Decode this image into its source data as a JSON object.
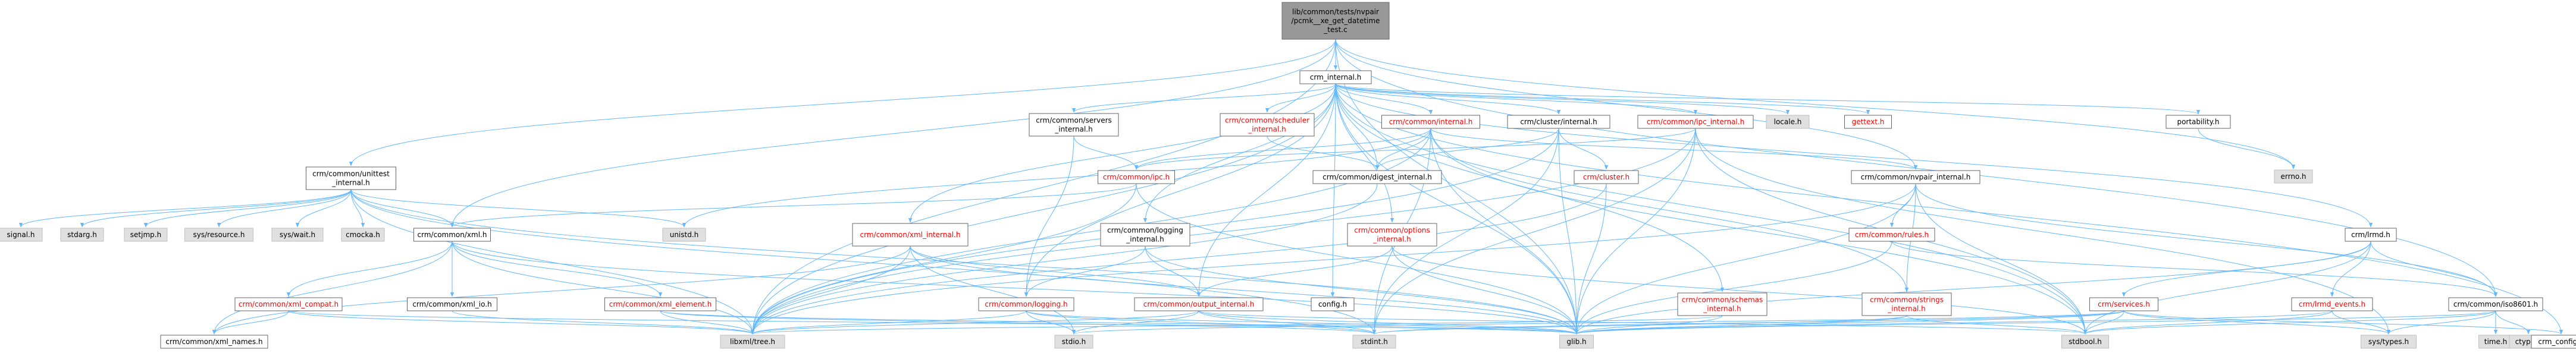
{
  "graph": {
    "root": "lib/common/tests/nvpair/pcmk__xe_get_datetime_test.c",
    "colors": {
      "edge": "#63b8ff",
      "node_border": "#666666",
      "node_fill": "#ffffff",
      "root_fill": "#999999",
      "grey_fill": "#e0e0e0",
      "text": "#000000",
      "red_text": "#ff0000"
    },
    "nodes": [
      {
        "id": "root",
        "lines": [
          "lib/common/tests/nvpair",
          "/pcmk__xe_get_datetime",
          "_test.c"
        ],
        "style": "root"
      },
      {
        "id": "crm_internal",
        "lines": [
          "crm_internal.h"
        ],
        "style": "normal"
      },
      {
        "id": "unittest_internal",
        "lines": [
          "crm/common/unittest",
          "_internal.h"
        ],
        "style": "normal"
      },
      {
        "id": "servers_internal",
        "lines": [
          "crm/common/servers",
          "_internal.h"
        ],
        "style": "normal"
      },
      {
        "id": "scheduler_internal",
        "lines": [
          "crm/common/scheduler",
          "_internal.h"
        ],
        "style": "red"
      },
      {
        "id": "common_internal",
        "lines": [
          "crm/common/internal.h"
        ],
        "style": "red"
      },
      {
        "id": "cluster_internal",
        "lines": [
          "crm/cluster/internal.h"
        ],
        "style": "normal"
      },
      {
        "id": "ipc_internal",
        "lines": [
          "crm/common/ipc_internal.h"
        ],
        "style": "red"
      },
      {
        "id": "locale",
        "lines": [
          "locale.h"
        ],
        "style": "grey"
      },
      {
        "id": "gettext",
        "lines": [
          "gettext.h"
        ],
        "style": "red"
      },
      {
        "id": "portability",
        "lines": [
          "portability.h"
        ],
        "style": "normal"
      },
      {
        "id": "errno",
        "lines": [
          "errno.h"
        ],
        "style": "grey"
      },
      {
        "id": "ipc",
        "lines": [
          "crm/common/ipc.h"
        ],
        "style": "red"
      },
      {
        "id": "digest_internal",
        "lines": [
          "crm/common/digest_internal.h"
        ],
        "style": "normal"
      },
      {
        "id": "cluster_h",
        "lines": [
          "crm/cluster.h"
        ],
        "style": "red"
      },
      {
        "id": "nvpair_internal",
        "lines": [
          "crm/common/nvpair_internal.h"
        ],
        "style": "normal"
      },
      {
        "id": "signal",
        "lines": [
          "signal.h"
        ],
        "style": "grey"
      },
      {
        "id": "stdarg",
        "lines": [
          "stdarg.h"
        ],
        "style": "grey"
      },
      {
        "id": "setjmp",
        "lines": [
          "setjmp.h"
        ],
        "style": "grey"
      },
      {
        "id": "sysresource",
        "lines": [
          "sys/resource.h"
        ],
        "style": "grey"
      },
      {
        "id": "syswait",
        "lines": [
          "sys/wait.h"
        ],
        "style": "grey"
      },
      {
        "id": "cmocka",
        "lines": [
          "cmocka.h"
        ],
        "style": "grey"
      },
      {
        "id": "xml",
        "lines": [
          "crm/common/xml.h"
        ],
        "style": "normal"
      },
      {
        "id": "unistd",
        "lines": [
          "unistd.h"
        ],
        "style": "grey"
      },
      {
        "id": "xml_internal",
        "lines": [
          "crm/common/xml_internal.h"
        ],
        "style": "red"
      },
      {
        "id": "logging_internal",
        "lines": [
          "crm/common/logging",
          "_internal.h"
        ],
        "style": "normal"
      },
      {
        "id": "options_internal",
        "lines": [
          "crm/common/options",
          "_internal.h"
        ],
        "style": "red"
      },
      {
        "id": "rules",
        "lines": [
          "crm/common/rules.h"
        ],
        "style": "red"
      },
      {
        "id": "lrmd",
        "lines": [
          "crm/lrmd.h"
        ],
        "style": "normal"
      },
      {
        "id": "xml_compat",
        "lines": [
          "crm/common/xml_compat.h"
        ],
        "style": "red"
      },
      {
        "id": "xml_io",
        "lines": [
          "crm/common/xml_io.h"
        ],
        "style": "normal"
      },
      {
        "id": "xml_element",
        "lines": [
          "crm/common/xml_element.h"
        ],
        "style": "red"
      },
      {
        "id": "logging",
        "lines": [
          "crm/common/logging.h"
        ],
        "style": "red"
      },
      {
        "id": "output_internal",
        "lines": [
          "crm/common/output_internal.h"
        ],
        "style": "red"
      },
      {
        "id": "config",
        "lines": [
          "config.h"
        ],
        "style": "normal"
      },
      {
        "id": "schemas_internal",
        "lines": [
          "crm/common/schemas",
          "_internal.h"
        ],
        "style": "red"
      },
      {
        "id": "strings_internal",
        "lines": [
          "crm/common/strings",
          "_internal.h"
        ],
        "style": "red"
      },
      {
        "id": "services",
        "lines": [
          "crm/services.h"
        ],
        "style": "red"
      },
      {
        "id": "lrmd_events",
        "lines": [
          "crm/lrmd_events.h"
        ],
        "style": "red"
      },
      {
        "id": "iso8601",
        "lines": [
          "crm/common/iso8601.h"
        ],
        "style": "normal"
      },
      {
        "id": "xml_names",
        "lines": [
          "crm/common/xml_names.h"
        ],
        "style": "normal"
      },
      {
        "id": "libxml_tree",
        "lines": [
          "libxml/tree.h"
        ],
        "style": "grey"
      },
      {
        "id": "stdio",
        "lines": [
          "stdio.h"
        ],
        "style": "grey"
      },
      {
        "id": "stdint",
        "lines": [
          "stdint.h"
        ],
        "style": "grey"
      },
      {
        "id": "glib",
        "lines": [
          "glib.h"
        ],
        "style": "grey"
      },
      {
        "id": "stdbool",
        "lines": [
          "stdbool.h"
        ],
        "style": "grey"
      },
      {
        "id": "systypes",
        "lines": [
          "sys/types.h"
        ],
        "style": "grey"
      },
      {
        "id": "time",
        "lines": [
          "time.h"
        ],
        "style": "grey"
      },
      {
        "id": "ctype",
        "lines": [
          "ctype.h"
        ],
        "style": "grey"
      },
      {
        "id": "crm_config",
        "lines": [
          "crm_config.h"
        ],
        "style": "normal"
      }
    ],
    "edges": [
      [
        "root",
        "crm_internal"
      ],
      [
        "root",
        "unittest_internal"
      ],
      [
        "root",
        "nvpair_internal"
      ],
      [
        "root",
        "xml"
      ],
      [
        "root",
        "iso8601"
      ],
      [
        "root",
        "errno"
      ],
      [
        "root",
        "libxml_tree"
      ],
      [
        "root",
        "glib"
      ],
      [
        "crm_internal",
        "servers_internal"
      ],
      [
        "crm_internal",
        "scheduler_internal"
      ],
      [
        "crm_internal",
        "common_internal"
      ],
      [
        "crm_internal",
        "cluster_internal"
      ],
      [
        "crm_internal",
        "ipc_internal"
      ],
      [
        "crm_internal",
        "locale"
      ],
      [
        "crm_internal",
        "gettext"
      ],
      [
        "crm_internal",
        "portability"
      ],
      [
        "crm_internal",
        "xml_internal"
      ],
      [
        "crm_internal",
        "logging_internal"
      ],
      [
        "crm_internal",
        "options_internal"
      ],
      [
        "crm_internal",
        "schemas_internal"
      ],
      [
        "crm_internal",
        "lrmd"
      ],
      [
        "crm_internal",
        "digest_internal"
      ],
      [
        "crm_internal",
        "stdbool"
      ],
      [
        "crm_internal",
        "crm_config"
      ],
      [
        "crm_internal",
        "logging"
      ],
      [
        "crm_internal",
        "config"
      ],
      [
        "crm_internal",
        "glib"
      ],
      [
        "crm_internal",
        "output_internal"
      ],
      [
        "crm_internal",
        "libxml_tree"
      ],
      [
        "unittest_internal",
        "signal"
      ],
      [
        "unittest_internal",
        "stdarg"
      ],
      [
        "unittest_internal",
        "setjmp"
      ],
      [
        "unittest_internal",
        "sysresource"
      ],
      [
        "unittest_internal",
        "syswait"
      ],
      [
        "unittest_internal",
        "cmocka"
      ],
      [
        "unittest_internal",
        "unistd"
      ],
      [
        "unittest_internal",
        "xml"
      ],
      [
        "unittest_internal",
        "glib"
      ],
      [
        "unittest_internal",
        "libxml_tree"
      ],
      [
        "unittest_internal",
        "stdint"
      ],
      [
        "servers_internal",
        "ipc"
      ],
      [
        "servers_internal",
        "logging"
      ],
      [
        "scheduler_internal",
        "digest_internal"
      ],
      [
        "common_internal",
        "ipc"
      ],
      [
        "common_internal",
        "digest_internal"
      ],
      [
        "common_internal",
        "nvpair_internal"
      ],
      [
        "common_internal",
        "strings_internal"
      ],
      [
        "common_internal",
        "unistd"
      ],
      [
        "common_internal",
        "glib"
      ],
      [
        "common_internal",
        "stdbool"
      ],
      [
        "common_internal",
        "libxml_tree"
      ],
      [
        "common_internal",
        "stdint"
      ],
      [
        "cluster_internal",
        "cluster_h"
      ],
      [
        "cluster_internal",
        "digest_internal"
      ],
      [
        "cluster_internal",
        "glib"
      ],
      [
        "cluster_internal",
        "stdint"
      ],
      [
        "cluster_internal",
        "libxml_tree"
      ],
      [
        "ipc_internal",
        "ipc"
      ],
      [
        "ipc_internal",
        "glib"
      ],
      [
        "ipc_internal",
        "stdint"
      ],
      [
        "ipc_internal",
        "stdbool"
      ],
      [
        "ipc_internal",
        "systypes"
      ],
      [
        "ipc_internal",
        "libxml_tree"
      ],
      [
        "portability",
        "errno"
      ],
      [
        "ipc",
        "glib"
      ],
      [
        "ipc",
        "libxml_tree"
      ],
      [
        "ipc",
        "xml"
      ],
      [
        "cluster_h",
        "glib"
      ],
      [
        "cluster_h",
        "libxml_tree"
      ],
      [
        "digest_internal",
        "libxml_tree"
      ],
      [
        "nvpair_internal",
        "rules"
      ],
      [
        "nvpair_internal",
        "strings_internal"
      ],
      [
        "nvpair_internal",
        "glib"
      ],
      [
        "nvpair_internal",
        "stdbool"
      ],
      [
        "nvpair_internal",
        "iso8601"
      ],
      [
        "nvpair_internal",
        "libxml_tree"
      ],
      [
        "xml",
        "xml_compat"
      ],
      [
        "xml",
        "xml_io"
      ],
      [
        "xml",
        "xml_element"
      ],
      [
        "xml",
        "xml_names"
      ],
      [
        "xml",
        "libxml_tree"
      ],
      [
        "xml",
        "glib"
      ],
      [
        "xml_internal",
        "output_internal"
      ],
      [
        "xml_internal",
        "stdio"
      ],
      [
        "xml_internal",
        "glib"
      ],
      [
        "xml_internal",
        "libxml_tree"
      ],
      [
        "xml_internal",
        "xml_names"
      ],
      [
        "logging_internal",
        "output_internal"
      ],
      [
        "logging_internal",
        "logging"
      ],
      [
        "logging_internal",
        "glib"
      ],
      [
        "options_internal",
        "glib"
      ],
      [
        "options_internal",
        "stdbool"
      ],
      [
        "options_internal",
        "output_internal"
      ],
      [
        "rules",
        "glib"
      ],
      [
        "rules",
        "iso8601"
      ],
      [
        "lrmd",
        "services"
      ],
      [
        "lrmd",
        "lrmd_events"
      ],
      [
        "lrmd",
        "stdbool"
      ],
      [
        "lrmd",
        "glib"
      ],
      [
        "lrmd",
        "iso8601"
      ],
      [
        "xml_compat",
        "xml_names"
      ],
      [
        "xml_compat",
        "libxml_tree"
      ],
      [
        "xml_compat",
        "glib"
      ],
      [
        "xml_io",
        "libxml_tree"
      ],
      [
        "xml_element",
        "libxml_tree"
      ],
      [
        "xml_element",
        "glib"
      ],
      [
        "xml_element",
        "stdint"
      ],
      [
        "logging",
        "stdio"
      ],
      [
        "logging",
        "glib"
      ],
      [
        "logging",
        "stdint"
      ],
      [
        "logging",
        "libxml_tree"
      ],
      [
        "output_internal",
        "stdio"
      ],
      [
        "output_internal",
        "stdint"
      ],
      [
        "output_internal",
        "glib"
      ],
      [
        "output_internal",
        "libxml_tree"
      ],
      [
        "output_internal",
        "stdbool"
      ],
      [
        "schemas_internal",
        "glib"
      ],
      [
        "schemas_internal",
        "libxml_tree"
      ],
      [
        "strings_internal",
        "glib"
      ],
      [
        "strings_internal",
        "stdbool"
      ],
      [
        "strings_internal",
        "stdint"
      ],
      [
        "services",
        "glib"
      ],
      [
        "services",
        "stdio"
      ],
      [
        "services",
        "stdint"
      ],
      [
        "services",
        "stdbool"
      ],
      [
        "services",
        "systypes"
      ],
      [
        "services",
        "crm_config"
      ],
      [
        "lrmd_events",
        "glib"
      ],
      [
        "lrmd_events",
        "stdbool"
      ],
      [
        "lrmd_events",
        "systypes"
      ],
      [
        "iso8601",
        "time"
      ],
      [
        "iso8601",
        "ctype"
      ],
      [
        "iso8601",
        "stdbool"
      ],
      [
        "iso8601",
        "glib"
      ],
      [
        "iso8601",
        "systypes"
      ]
    ]
  }
}
